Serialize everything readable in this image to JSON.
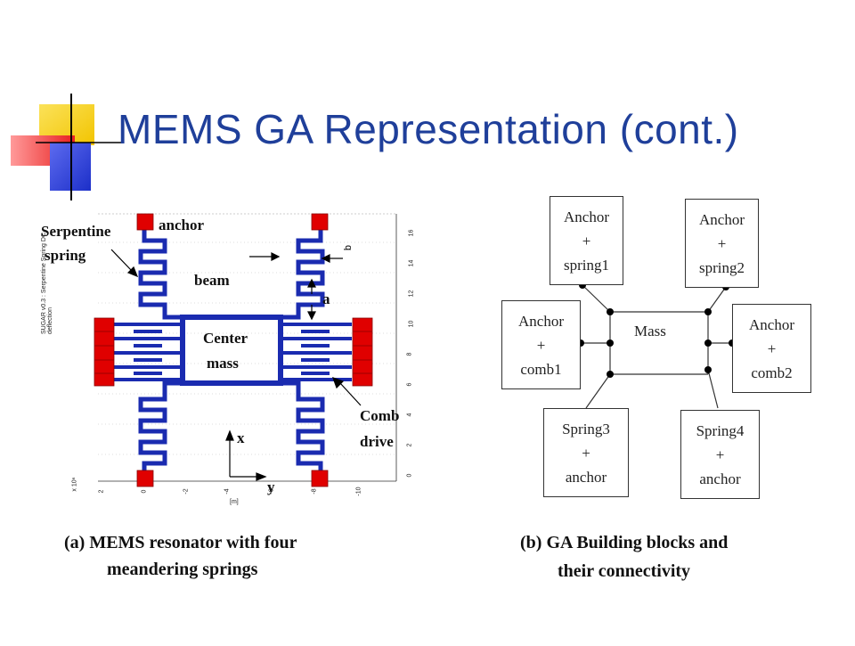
{
  "slide": {
    "title": "MEMS GA Representation (cont.)"
  },
  "left_figure": {
    "labels": {
      "serpentine": "Serpentine",
      "spring": "spring",
      "anchor": "anchor",
      "beam": "beam",
      "a": "a",
      "b": "b",
      "center": "Center",
      "mass": "mass",
      "comb": "Comb",
      "drive": "drive",
      "x": "x",
      "y": "y"
    },
    "axis": {
      "vertical_ticks": [
        "16",
        "14",
        "12",
        "10",
        "8",
        "6",
        "4",
        "2",
        "0"
      ],
      "horizontal_ticks": [
        "2",
        "0",
        "-2",
        "-4",
        "-6",
        "-8",
        "-10"
      ],
      "axis_title": "SUGAR v0.3 : Serpentine Spring DC deflection",
      "scale_label": "x 10⁶",
      "unit_label": "[m]"
    },
    "caption_line1": "(a)   MEMS resonator with four",
    "caption_line2": "meandering springs"
  },
  "right_figure": {
    "nodes": {
      "anchor_spring1": [
        "Anchor",
        "+",
        "spring1"
      ],
      "anchor_spring2": [
        "Anchor",
        "+",
        "spring2"
      ],
      "anchor_comb1": [
        "Anchor",
        "+",
        "comb1"
      ],
      "anchor_comb2": [
        "Anchor",
        "+",
        "comb2"
      ],
      "spring3_anchor": [
        "Spring3",
        "+",
        "anchor"
      ],
      "spring4_anchor": [
        "Spring4",
        "+",
        "anchor"
      ]
    },
    "mass_label": "Mass",
    "caption_line1": "(b) GA Building blocks and",
    "caption_line2": "their connectivity"
  },
  "colors": {
    "title": "#1f3f9a",
    "spring_blue": "#1a2bb0",
    "anchor_red": "#e00000",
    "deco_yellow": "#f7d21a",
    "deco_red": "#e83030",
    "deco_blue": "#2a3fd0"
  }
}
